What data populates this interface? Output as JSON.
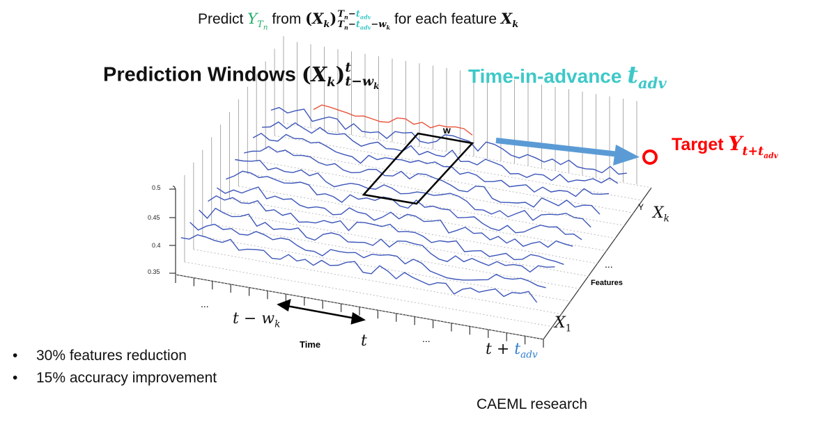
{
  "header": {
    "predict": "Predict",
    "Y": "Y",
    "Tn": "T",
    "n": "n",
    "from": "from",
    "X": "X",
    "k": "k",
    "sup_top": "T",
    "sup_n": "n",
    "sup_minus": "−",
    "tadv": "t",
    "adv": "adv",
    "sub_w": "w",
    "sub_k": "k",
    "for_each": "for each feature"
  },
  "title": {
    "text": "Prediction Windows",
    "sup_t": "t",
    "sub": "t−w",
    "sub_k": "k"
  },
  "time_in_advance": {
    "text": "Time-in-advance",
    "t": "t",
    "adv": "adv"
  },
  "target": {
    "text": "Target",
    "Y": "Y",
    "sub": "t+t",
    "adv": "adv"
  },
  "plot": {
    "y_ticks": [
      "0.5",
      "0.45",
      "0.4",
      "0.35"
    ],
    "window_label": "w",
    "features_label": "Features",
    "time_label": "Time",
    "axis_Y_label": "Y",
    "ellipsis": "..."
  },
  "math_labels": {
    "Xk": "X",
    "k": "k",
    "X1": "X",
    "one": "1",
    "t_minus": "t − w",
    "wk": "k",
    "t": "t",
    "t_plus": "t + ",
    "tadv_t": "t",
    "tadv_sub": "adv"
  },
  "bullets": [
    "30% features reduction",
    "15% accuracy improvement"
  ],
  "footer": "CAEML research",
  "colors": {
    "green": "#1fae6a",
    "teal": "#3ec8c8",
    "red": "#ff0000",
    "arrow_blue": "#5b9bd5",
    "series_blue": "#3b55b8",
    "series_red": "#e8533a",
    "t_adv_blue": "#2f7fd0"
  }
}
